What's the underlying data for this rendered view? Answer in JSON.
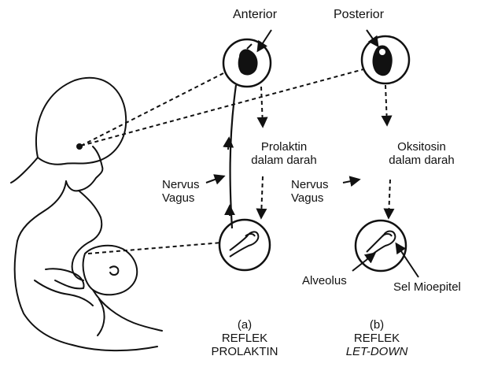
{
  "glands": {
    "anterior": "Anterior",
    "posterior": "Posterior"
  },
  "hormones": {
    "prolactin_line1": "Prolaktin",
    "prolactin_line2": "dalam darah",
    "oxytocin_line1": "Oksitosin",
    "oxytocin_line2": "dalam darah"
  },
  "nerves": {
    "left_line1": "Nervus",
    "left_line2": "Vagus",
    "right_line1": "Nervus",
    "right_line2": "Vagus"
  },
  "breast_parts": {
    "alveolus": "Alveolus",
    "myoepithelial": "Sel Mioepitel"
  },
  "reflexes": [
    {
      "letter": "(a)",
      "line1": "REFLEK",
      "line2": "PROLAKTIN"
    },
    {
      "letter": "(b)",
      "line1": "REFLEK",
      "line2": "LET-DOWN"
    }
  ],
  "colors": {
    "ink": "#111111",
    "background": "#ffffff"
  }
}
